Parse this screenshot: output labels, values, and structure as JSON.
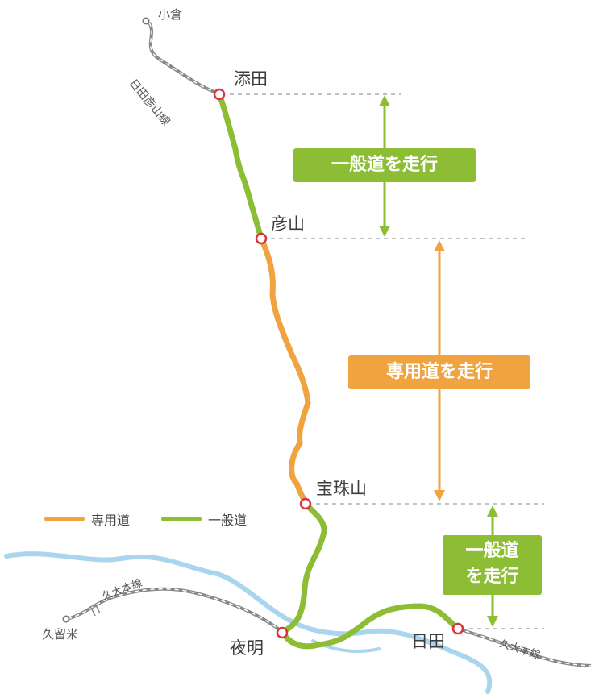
{
  "stations": {
    "kokura": "小倉",
    "soeda": "添田",
    "hikosan": "彦山",
    "hoshuyama": "宝珠山",
    "yoake": "夜明",
    "hita": "日田",
    "kurume": "久留米"
  },
  "lines": {
    "hitahikosan": "日田彦山線",
    "kyudai_west": "久大本線",
    "kyudai_east": "久大本線"
  },
  "sections": {
    "general_top": "一般道を走行",
    "dedicated": "専用道を走行",
    "general_bottom_line1": "一般道",
    "general_bottom_line2": "を走行"
  },
  "legend": {
    "dedicated": "専用道",
    "general": "一般道"
  },
  "colors": {
    "dedicated_road": "#f0a33e",
    "general_road": "#8cbd35",
    "river": "#a9d6ee",
    "railway": "#888888",
    "station_marker": "#d9343d"
  }
}
